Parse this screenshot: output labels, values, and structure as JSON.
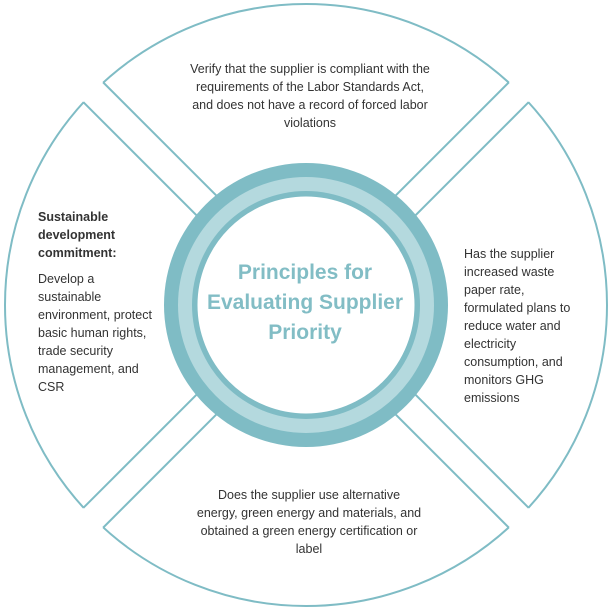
{
  "colors": {
    "outline": "#7fbcc5",
    "ring_dark": "#7fbcc5",
    "ring_light": "#b4d9de",
    "title": "#82bdc5",
    "text": "#333333"
  },
  "center": {
    "title": "Principles for Evaluating Supplier Priority"
  },
  "segments": {
    "top": {
      "text": "Verify that the supplier is compliant with the requirements of the Labor Standards Act, and does not have a record of forced labor violations"
    },
    "left": {
      "heading": "Sustainable development commitment:",
      "text": "Develop a sustainable environment, protect basic human rights, trade security management, and CSR"
    },
    "right": {
      "text": "Has the supplier increased waste paper rate, formulated plans to reduce water and electricity consumption, and monitors GHG emissions"
    },
    "bottom": {
      "text": "Does the supplier use alternative energy, green energy and materials, and obtained a green energy certification or label"
    }
  }
}
